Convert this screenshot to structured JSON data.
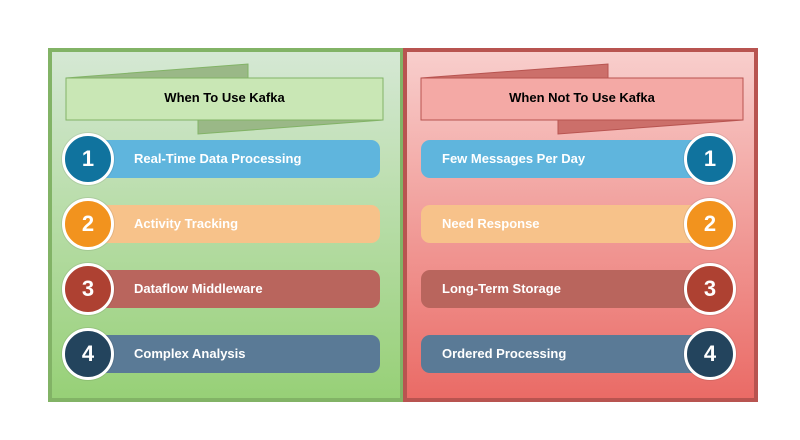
{
  "left": {
    "title": "When To Use Kafka",
    "items": [
      {
        "number": "1",
        "label": "Real-Time Data Processing",
        "bar_color": "#5fb5dd",
        "circle_color": "#10739e"
      },
      {
        "number": "2",
        "label": "Activity Tracking",
        "bar_color": "#f7c28a",
        "circle_color": "#f2931e"
      },
      {
        "number": "3",
        "label": "Dataflow Middleware",
        "bar_color": "#b9655d",
        "circle_color": "#ae4132"
      },
      {
        "number": "4",
        "label": "Complex Analysis",
        "bar_color": "#5a7a96",
        "circle_color": "#23445d"
      }
    ]
  },
  "right": {
    "title": "When Not To Use Kafka",
    "items": [
      {
        "number": "1",
        "label": "Few Messages Per Day",
        "bar_color": "#5fb5dd",
        "circle_color": "#10739e"
      },
      {
        "number": "2",
        "label": "Need Response",
        "bar_color": "#f7c28a",
        "circle_color": "#f2931e"
      },
      {
        "number": "3",
        "label": "Long-Term Storage",
        "bar_color": "#b9655d",
        "circle_color": "#ae4132"
      },
      {
        "number": "4",
        "label": "Ordered Processing",
        "bar_color": "#5a7a96",
        "circle_color": "#23445d"
      }
    ]
  },
  "colors": {
    "left_border": "#82b366",
    "right_border": "#b85450",
    "left_banner_fill": "#c9e7b5",
    "left_banner_fold": "#9ab887",
    "left_banner_stroke": "#82b366",
    "right_banner_fill": "#f4a9a5",
    "right_banner_fold": "#cc6f6a",
    "right_banner_stroke": "#b85450"
  }
}
